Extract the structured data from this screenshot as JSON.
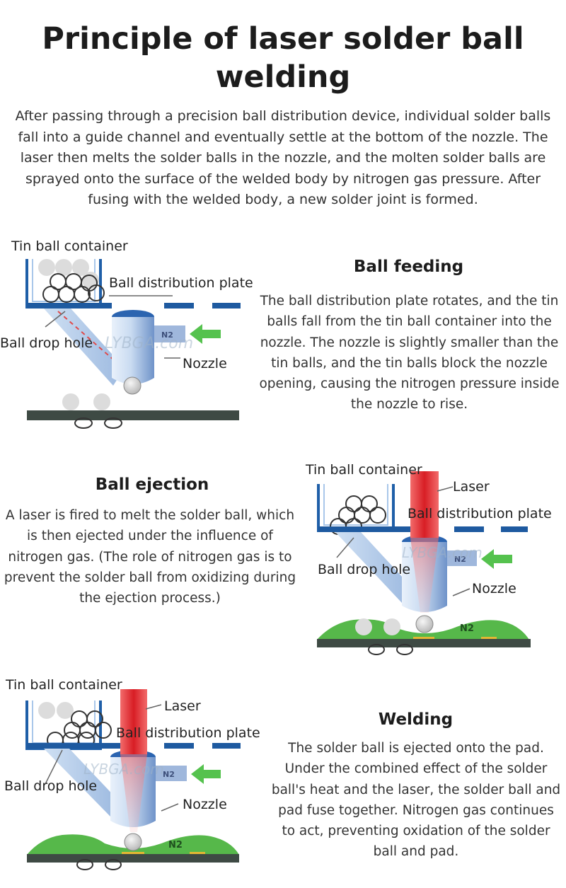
{
  "header": {
    "title_line1": "Principle of laser solder ball",
    "title_line2": "welding",
    "intro": "After passing through a precision ball distribution device, individual solder balls fall into a guide channel and eventually settle at the bottom of the nozzle. The laser then melts the solder balls in the nozzle, and the molten solder balls are sprayed onto the surface of the welded body by nitrogen gas pressure. After fusing with the welded body, a new solder joint is formed."
  },
  "watermark": "LYBGA.com",
  "gas_label": "N2",
  "sections": [
    {
      "heading": "Ball feeding",
      "text": "The ball distribution plate rotates, and the tin balls fall from the tin ball container into the nozzle. The nozzle is slightly smaller than the tin balls, and the tin balls block the nozzle opening, causing the nitrogen pressure inside the nozzle to rise.",
      "labels": {
        "container": "Tin ball container",
        "plate": "Ball distribution plate",
        "hole": "Ball drop hole",
        "nozzle": "Nozzle"
      }
    },
    {
      "heading": "Ball ejection",
      "text": "A laser is fired to melt the solder ball, which is then ejected under the influence of nitrogen gas. (The role of nitrogen gas is to prevent the solder ball from oxidizing during the ejection process.)",
      "labels": {
        "container": "Tin ball container",
        "laser": "Laser",
        "plate": "Ball distribution plate",
        "hole": "Ball drop hole",
        "nozzle": "Nozzle"
      }
    },
    {
      "heading": "Welding",
      "text": "The solder ball is ejected onto the pad. Under the combined effect of the solder ball's heat and the laser, the solder ball and pad fuse together. Nitrogen gas continues to act, preventing oxidation of the solder ball and pad.",
      "labels": {
        "container": "Tin ball container",
        "laser": "Laser",
        "plate": "Ball distribution plate",
        "hole": "Ball drop hole",
        "nozzle": "Nozzle"
      }
    }
  ],
  "colors": {
    "container_blue": "#1f5fa8",
    "plate_blue": "#1e5aa0",
    "nozzle_light": "#dde9f7",
    "nozzle_dark": "#6f93c9",
    "arrow_green": "#55c24e",
    "substrate_dark": "#3e4a44",
    "gas_green": "#56b84a",
    "laser_red": "#e0232a",
    "ball_grey": "#d9d9d9"
  }
}
